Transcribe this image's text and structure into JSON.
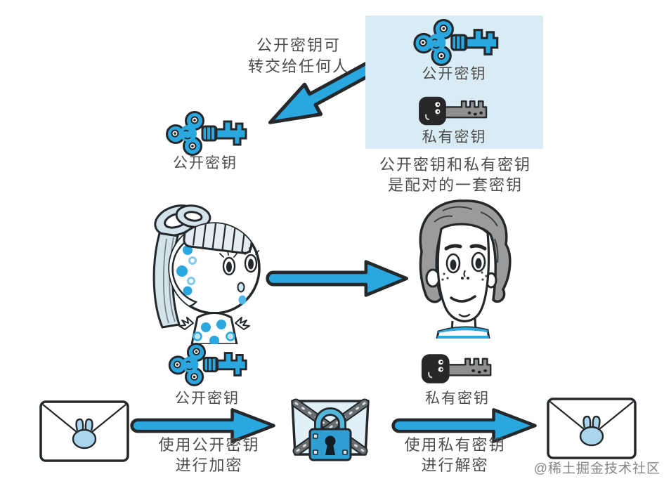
{
  "colors": {
    "accent_blue": "#2aa7de",
    "panel_blue": "#d9ebf5",
    "outline_dark": "#24282b",
    "text_gray": "#4c4c4c",
    "watermark_gray": "#868686",
    "hair_gray": "#9b9b9b",
    "hair_light_blue": "#d2e3eb",
    "seal_blue": "#a9d6ec",
    "lock_blue": "#2f9ed2"
  },
  "top_note": {
    "line1": "公开密钥可",
    "line2": "转交给任何人"
  },
  "received_key": {
    "label": "公开密钥"
  },
  "key_pair_panel": {
    "public_key_label": "公开密钥",
    "private_key_label": "私有密钥"
  },
  "pair_caption": {
    "line1": "公开密钥和私有密钥",
    "line2": "是配对的一套密钥"
  },
  "flow": {
    "sender_key_label": "公开密钥",
    "receiver_key_label": "私有密钥",
    "encrypt_line1": "使用公开密钥",
    "encrypt_line2": "进行加密",
    "decrypt_line1": "使用私有密钥",
    "decrypt_line2": "进行解密"
  },
  "watermark": "@稀土掘金技术社区",
  "icons": {
    "public_key": "blue-clover-key",
    "private_key": "dark-key",
    "message": "sealed-envelope",
    "encrypted_message": "padlocked-envelope",
    "transfer": "thick-blue-arrow"
  }
}
